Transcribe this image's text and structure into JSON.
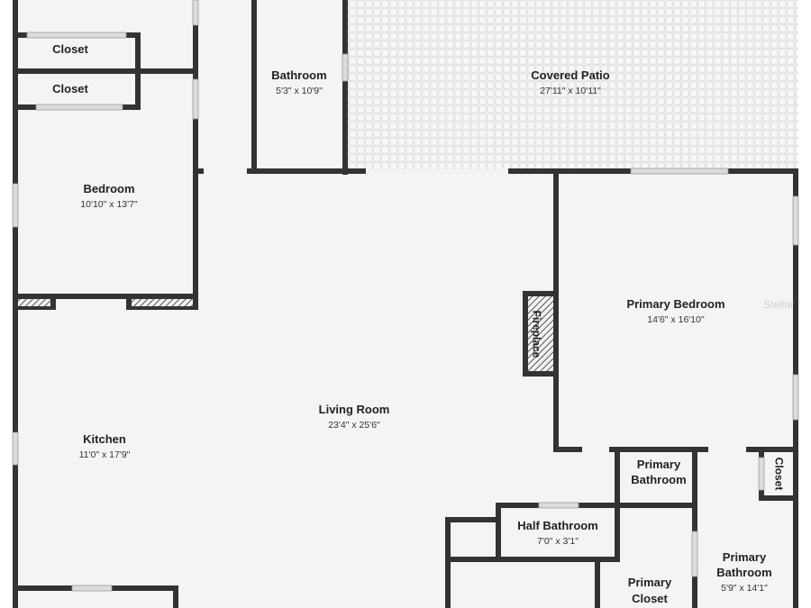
{
  "colors": {
    "wall": "#333333",
    "floor": "#f4f4f4",
    "patio": "#e9e9e9",
    "window": "#d6d6d6",
    "hatch": "#555555"
  },
  "watermark": "Stellar",
  "rooms": {
    "closet_upper": {
      "name": "Closet"
    },
    "closet_lower": {
      "name": "Closet"
    },
    "bathroom": {
      "name": "Bathroom",
      "dims": "5'3\" x 10'9\""
    },
    "covered_patio": {
      "name": "Covered Patio",
      "dims": "27'11\" x 10'11\""
    },
    "bedroom": {
      "name": "Bedroom",
      "dims": "10'10\" x 13'7\""
    },
    "primary_bedroom": {
      "name": "Primary Bedroom",
      "dims": "14'6\" x 16'10\""
    },
    "fireplace": {
      "name": "Fireplace"
    },
    "living_room": {
      "name": "Living Room",
      "dims": "23'4\" x 25'6\""
    },
    "kitchen": {
      "name": "Kitchen",
      "dims": "11'0\" x 17'9\""
    },
    "primary_bathroom_small": {
      "line1": "Primary",
      "line2": "Bathroom"
    },
    "closet_vertical": {
      "name": "Closet"
    },
    "half_bathroom": {
      "name": "Half Bathroom",
      "dims": "7'0\" x 3'1\""
    },
    "primary_closet": {
      "line1": "Primary",
      "line2": "Closet"
    },
    "primary_bathroom": {
      "line1": "Primary",
      "line2": "Bathroom",
      "dims": "5'9\" x 14'1\""
    }
  }
}
